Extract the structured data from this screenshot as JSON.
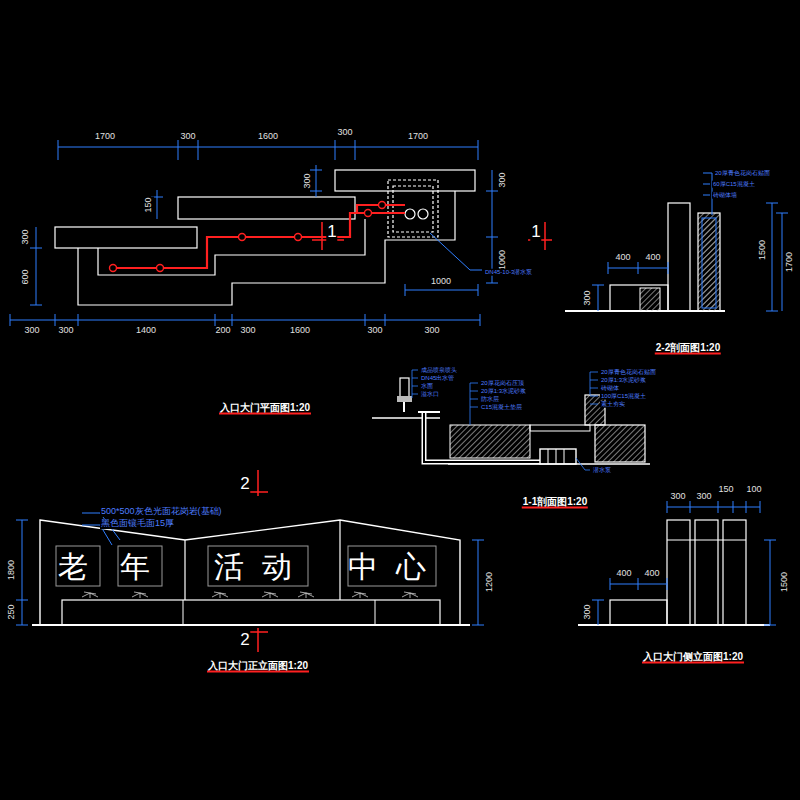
{
  "diagram": {
    "labels": [
      "1700",
      "300",
      "1600",
      "300",
      "1700",
      "300",
      "300",
      "1000",
      "150",
      "300",
      "600",
      "1000",
      "DN45-10-3潜水泵",
      "300",
      "300",
      "1400",
      "200",
      "300",
      "1600",
      "300",
      "300",
      "1",
      "1",
      "入口大门平面图1:20",
      "20厚青色花岗石贴面",
      "60厚C15混凝土",
      "砖砌体墙",
      "400",
      "400",
      "1500",
      "1700",
      "300",
      "2-2剖面图1:20",
      "成品喷泉喷头",
      "DN45出水管",
      "水面",
      "溢水口",
      "20厚花岗石压顶",
      "20厚1:3水泥砂浆",
      "防水层",
      "C15混凝土垫层",
      "20厚青色花岗石贴面",
      "20厚1:3水泥砂浆",
      "砖砌体",
      "100厚C15混凝土",
      "素土夯实",
      "潜水泵",
      "1-1剖面图1:20",
      "500*500灰色光面花岗岩(基础)",
      "黑色面镶毛面15厚",
      "老",
      "年",
      "活动",
      "中心",
      "1800",
      "250",
      "1200",
      "2",
      "2",
      "入口大门正立面图1:20",
      "300",
      "300",
      "150",
      "100",
      "400",
      "400",
      "1500",
      "300",
      "入口大门侧立面图1:20"
    ]
  }
}
